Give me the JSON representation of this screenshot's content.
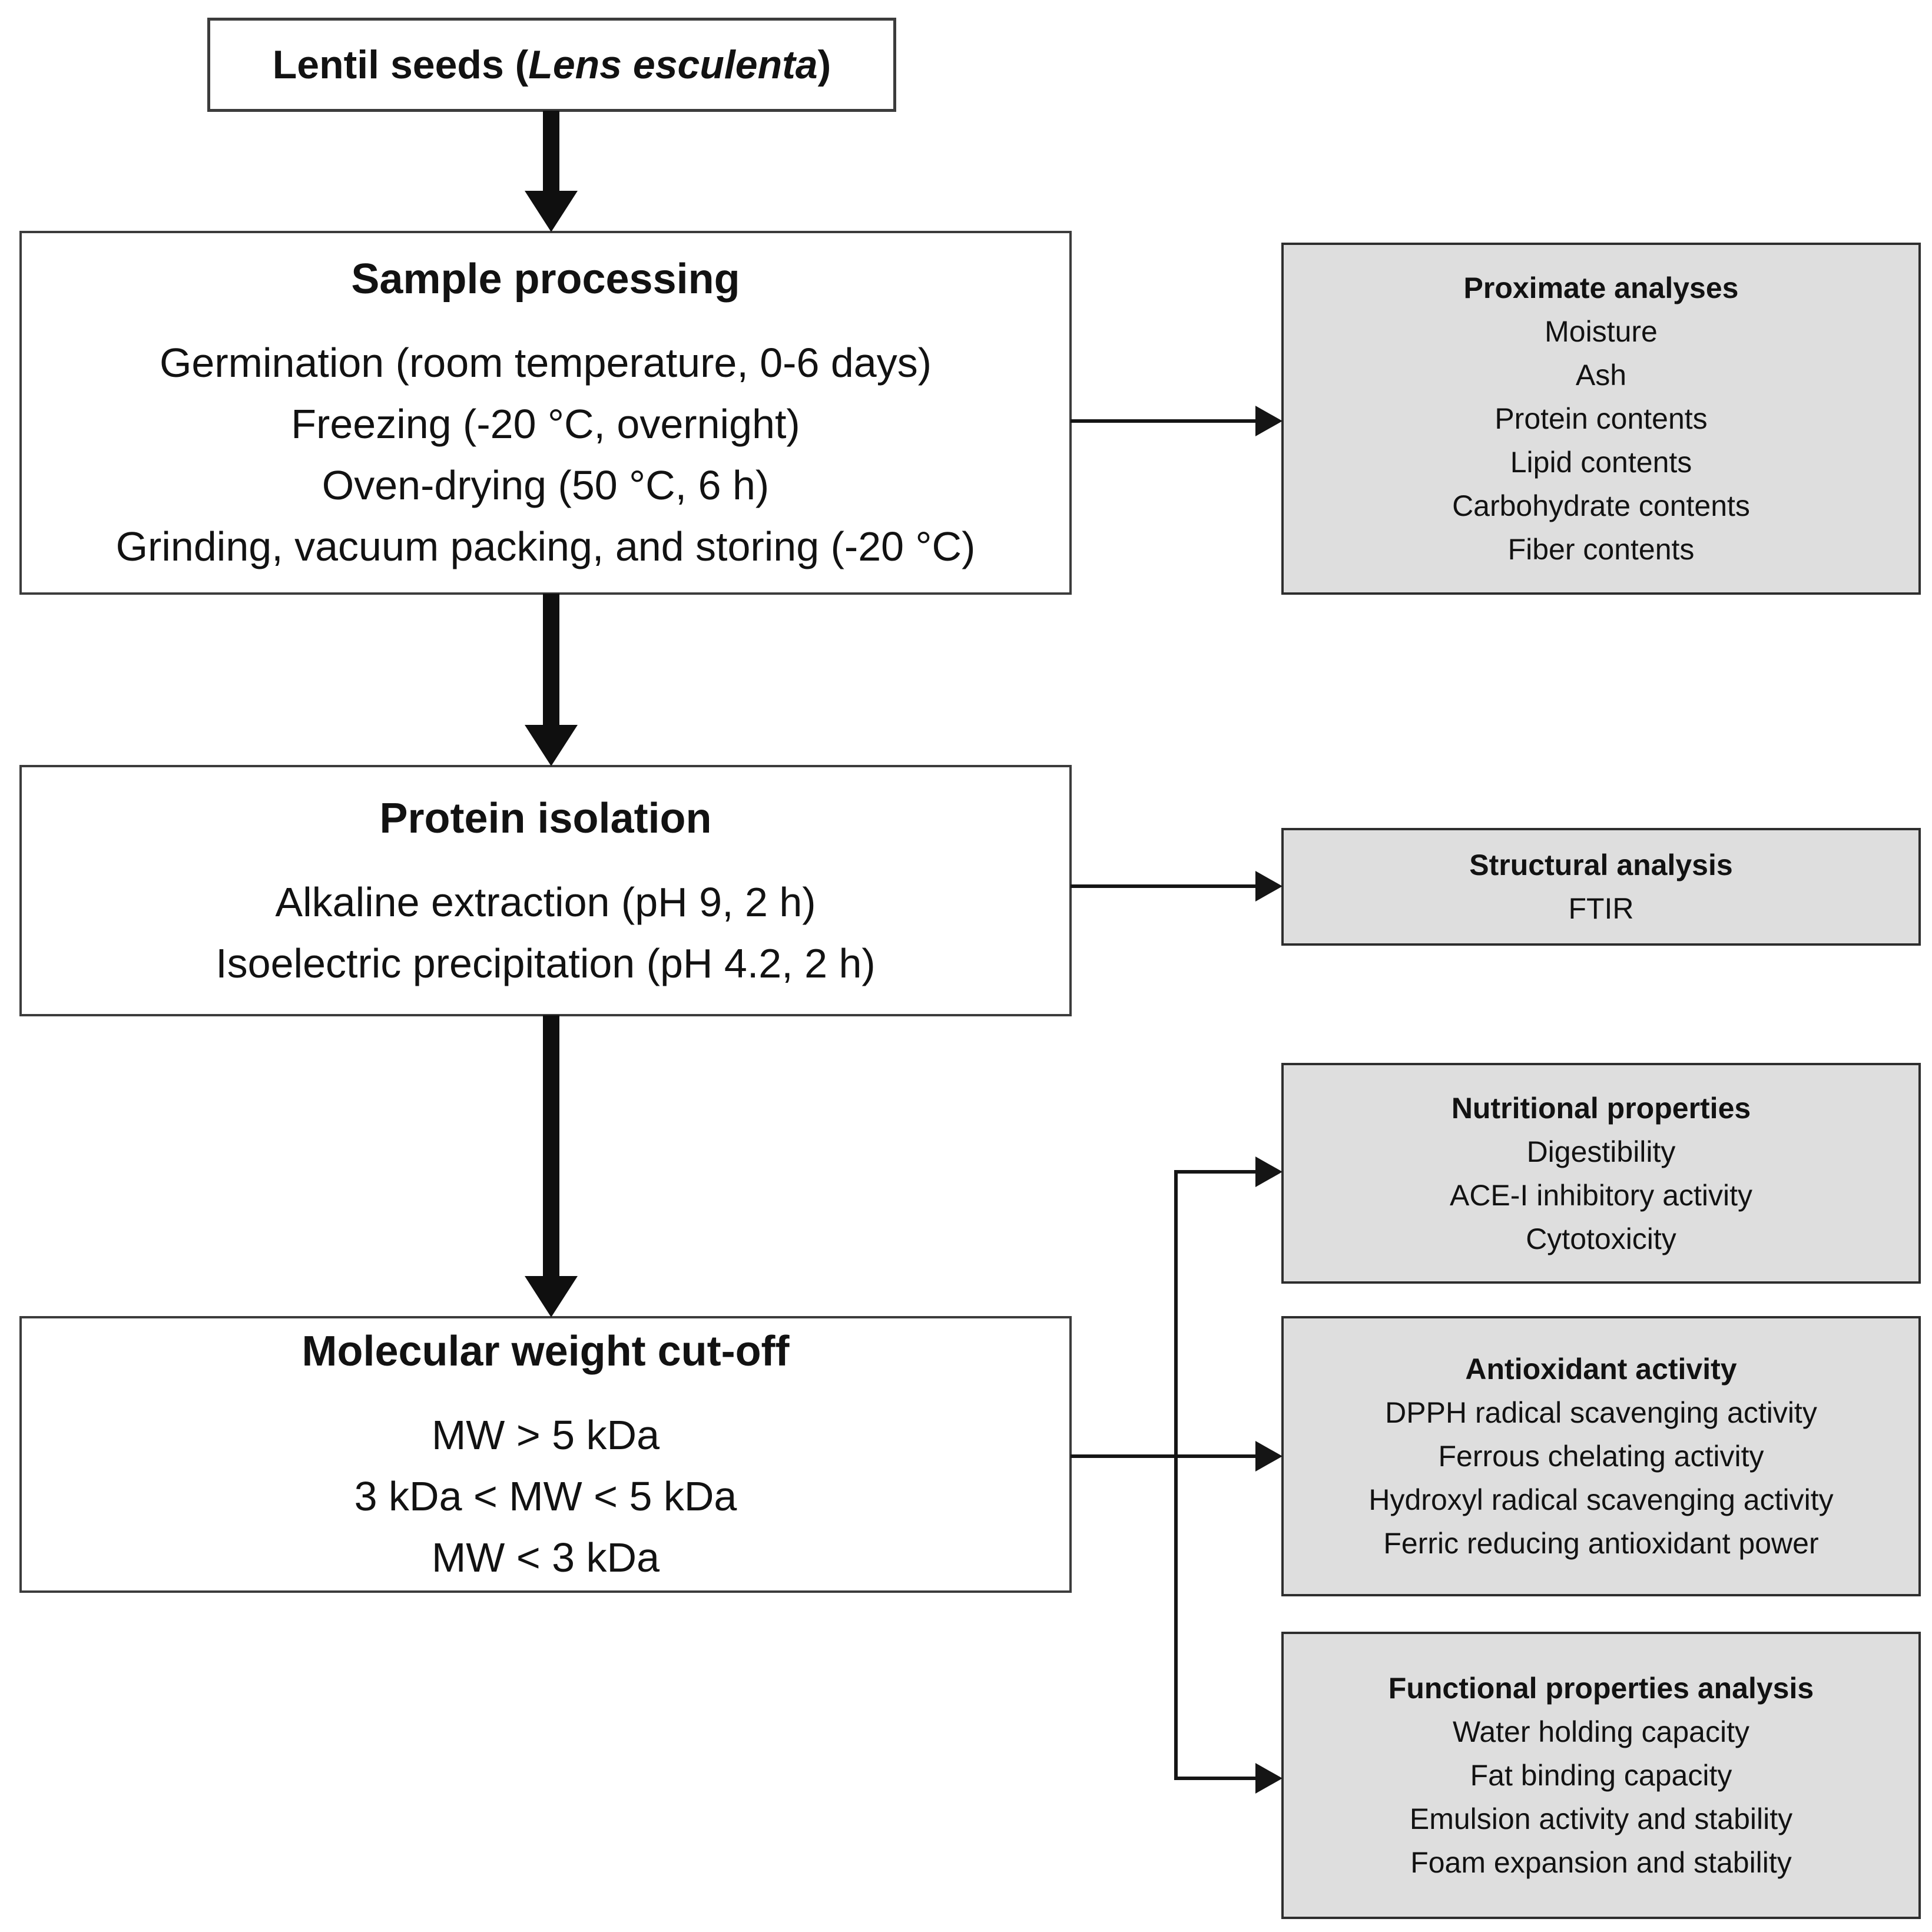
{
  "palette": {
    "background": "#ffffff",
    "white_box_fill": "#ffffff",
    "gray_box_fill": "#dedede",
    "box_border": "#3c3c3c",
    "arrow_color": "#0f0f0f",
    "text_color": "#121212"
  },
  "lentil_box": {
    "prefix": "Lentil seeds (",
    "species": "Lens esculenta",
    "suffix": ")"
  },
  "main_boxes": {
    "sample": {
      "title": "Sample processing",
      "lines": [
        "Germination (room temperature, 0-6 days)",
        "Freezing (-20 °C, overnight)",
        "Oven-drying (50 °C, 6 h)",
        "Grinding, vacuum packing, and storing (-20 °C)"
      ]
    },
    "protein": {
      "title": "Protein isolation",
      "lines": [
        "Alkaline extraction (pH 9, 2 h)",
        "Isoelectric precipitation (pH 4.2, 2 h)"
      ]
    },
    "mw": {
      "title": "Molecular weight cut-off",
      "lines": [
        "MW > 5 kDa",
        "3 kDa < MW < 5 kDa",
        "MW < 3 kDa"
      ]
    }
  },
  "side_boxes": {
    "proximate": {
      "title": "Proximate analyses",
      "lines": [
        "Moisture",
        "Ash",
        "Protein contents",
        "Lipid contents",
        "Carbohydrate contents",
        "Fiber contents"
      ]
    },
    "structural": {
      "title": "Structural analysis",
      "lines": [
        "FTIR"
      ]
    },
    "nutritional": {
      "title": "Nutritional properties",
      "lines": [
        "Digestibility",
        "ACE-I inhibitory activity",
        "Cytotoxicity"
      ]
    },
    "antioxidant": {
      "title": "Antioxidant activity",
      "lines": [
        "DPPH radical scavenging activity",
        "Ferrous chelating activity",
        "Hydroxyl radical scavenging activity",
        "Ferric reducing antioxidant power"
      ]
    },
    "functional": {
      "title": "Functional properties analysis",
      "lines": [
        "Water holding capacity",
        "Fat binding capacity",
        "Emulsion activity and stability",
        "Foam expansion and stability"
      ]
    }
  },
  "connections": [
    {
      "from": "Lentil seeds (Lens esculenta)",
      "to": "Sample processing",
      "style": "thick-down-arrow"
    },
    {
      "from": "Sample processing",
      "to": "Proximate analyses",
      "style": "thin-right-arrow"
    },
    {
      "from": "Sample processing",
      "to": "Protein isolation",
      "style": "thick-down-arrow"
    },
    {
      "from": "Protein isolation",
      "to": "Structural analysis",
      "style": "thin-right-arrow"
    },
    {
      "from": "Protein isolation",
      "to": "Molecular weight cut-off",
      "style": "thick-down-arrow"
    },
    {
      "from": "Molecular weight cut-off",
      "to": "Nutritional properties",
      "style": "thin-branched-arrow"
    },
    {
      "from": "Molecular weight cut-off",
      "to": "Antioxidant activity",
      "style": "thin-branched-arrow"
    },
    {
      "from": "Molecular weight cut-off",
      "to": "Functional properties analysis",
      "style": "thin-branched-arrow"
    }
  ]
}
